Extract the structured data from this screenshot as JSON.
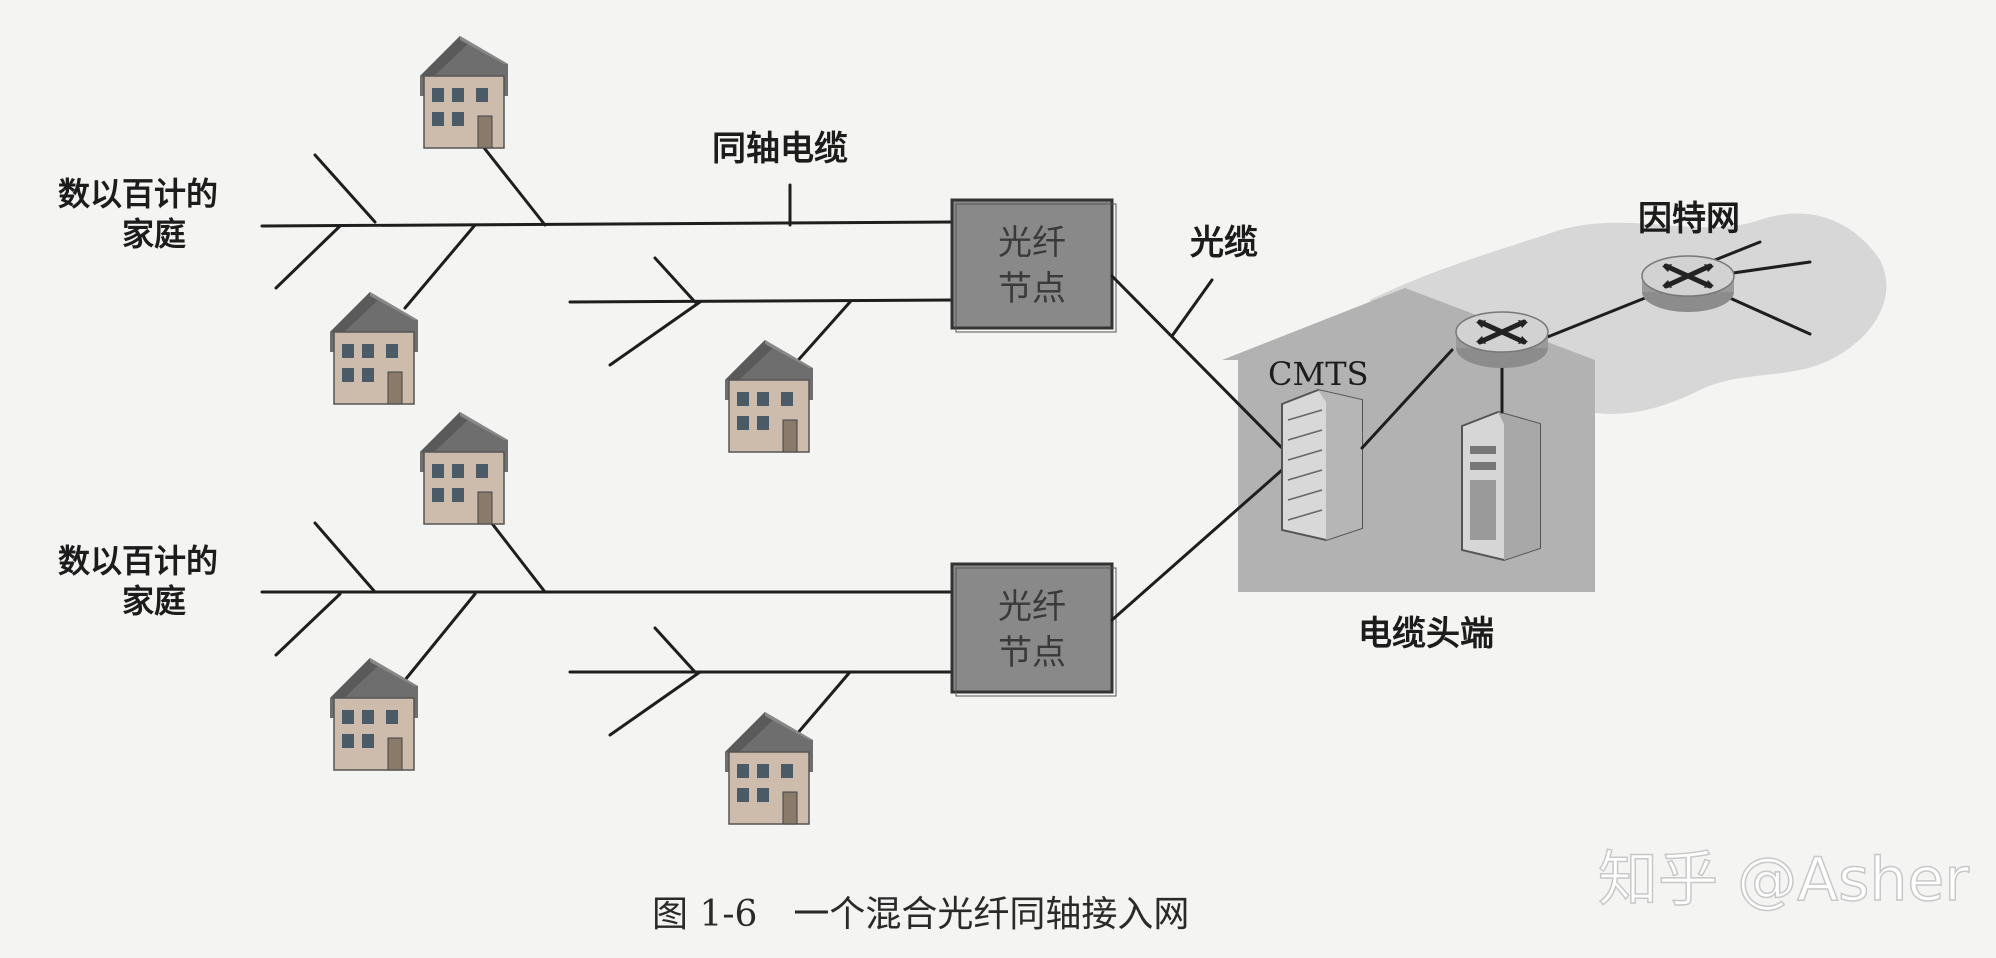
{
  "labels": {
    "homes_top": [
      "数以百计的",
      "家庭"
    ],
    "homes_bottom": [
      "数以百计的",
      "家庭"
    ],
    "coax": "同轴电缆",
    "fiber_cable": "光缆",
    "internet": "因特网",
    "cmts": "CMTS",
    "headend": "电缆头端",
    "fiber_node_top": [
      "光纤",
      "节点"
    ],
    "fiber_node_bottom": [
      "光纤",
      "节点"
    ]
  },
  "caption": "图 1-6　一个混合光纤同轴接入网",
  "watermark": "知乎 @Asher",
  "colors": {
    "background": "#f4f4f2",
    "headend_building": "#b4b4b4",
    "internet_cloud": "#cfcfcf",
    "fiber_node": "#8a8a8a",
    "router": "#bdbdbd",
    "house_wall": "#c6b6a6",
    "house_roof": "#707070"
  },
  "icons": [
    "house-icon",
    "router-icon",
    "server-icon",
    "cmts-rack-icon",
    "fiber-node-box"
  ]
}
